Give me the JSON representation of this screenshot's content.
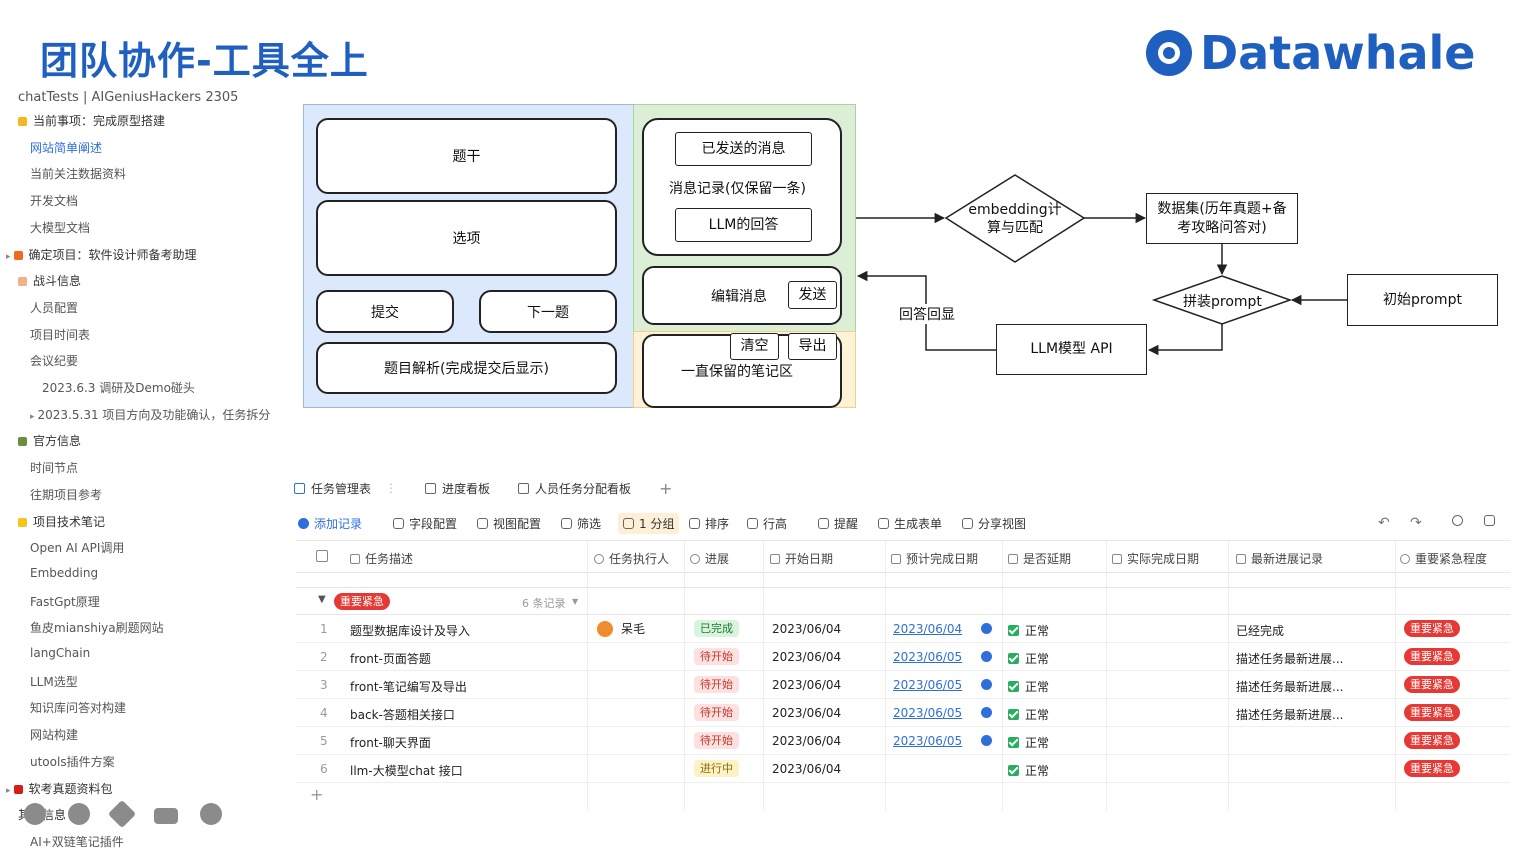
{
  "slide": {
    "title": "团队协作-工具全上",
    "logo": "Datawhale"
  },
  "outline": {
    "header": "chatTests | AIGeniusHackers 2305",
    "items": [
      {
        "label": "当前事项：完成原型搭建",
        "level": 0,
        "emoji_color": "#f5b81c"
      },
      {
        "label": "网站简单阐述",
        "level": 1,
        "active": true
      },
      {
        "label": "当前关注数据资料",
        "level": 1
      },
      {
        "label": "开发文档",
        "level": 1
      },
      {
        "label": "大模型文档",
        "level": 1
      },
      {
        "label": "确定项目：软件设计师备考助理",
        "level": 0,
        "emoji_color": "#f06a1c",
        "caret": "▸"
      },
      {
        "label": "战斗信息",
        "level": 0,
        "emoji_color": "#f0b08a"
      },
      {
        "label": "人员配置",
        "level": 1
      },
      {
        "label": "项目时间表",
        "level": 1
      },
      {
        "label": "会议纪要",
        "level": 1
      },
      {
        "label": "2023.6.3 调研及Demo碰头",
        "level": 2
      },
      {
        "label": "2023.5.31 项目方向及功能确认，任务拆分",
        "level": 2,
        "caret": "▸"
      },
      {
        "label": "官方信息",
        "level": 0,
        "emoji_color": "#6a8f3c"
      },
      {
        "label": "时间节点",
        "level": 1
      },
      {
        "label": "往期项目参考",
        "level": 1
      },
      {
        "label": "项目技术笔记",
        "level": 0,
        "emoji_color": "#f5c51c"
      },
      {
        "label": "Open AI API调用",
        "level": 1
      },
      {
        "label": "Embedding",
        "level": 1
      },
      {
        "label": "FastGpt原理",
        "level": 1
      },
      {
        "label": "鱼皮mianshiya刷题网站",
        "level": 1
      },
      {
        "label": "langChain",
        "level": 1
      },
      {
        "label": "LLM选型",
        "level": 1
      },
      {
        "label": "知识库问答对构建",
        "level": 1
      },
      {
        "label": "网站构建",
        "level": 1
      },
      {
        "label": "utools插件方案",
        "level": 1
      },
      {
        "label": "软考真题资料包",
        "level": 0,
        "emoji_color": "#d81b1b",
        "caret": "▸"
      },
      {
        "label": "其他信息",
        "level": 0
      },
      {
        "label": "AI+双链笔记插件",
        "level": 1
      }
    ]
  },
  "diagram": {
    "left_panel": {
      "stem": "题干",
      "options": "选项",
      "submit": "提交",
      "next": "下一题",
      "analysis": "题目解析(完成提交后显示)"
    },
    "middle_panel": {
      "sent": "已发送的消息",
      "record": "消息记录(仅保留一条)",
      "llm_answer": "LLM的回答",
      "edit": "编辑消息",
      "send": "发送",
      "clear": "清空",
      "export": "导出",
      "notes": "一直保留的笔记区"
    },
    "flow": {
      "embedding": "embedding计算与匹配",
      "dataset": "数据集(历年真题+备考攻略问答对)",
      "assemble": "拼装prompt",
      "initial": "初始prompt",
      "llm_api": "LLM模型 API",
      "echo": "回答回显"
    },
    "colors": {
      "left_bg": "#dce8fb",
      "mid_bg": "#dcefd6",
      "notes_bg": "#fdf1d6"
    }
  },
  "table": {
    "tabs": [
      "任务管理表",
      "进度看板",
      "人员任务分配看板",
      "+"
    ],
    "toolbar": [
      "添加记录",
      "字段配置",
      "视图配置",
      "筛选",
      "1 分组",
      "排序",
      "行高",
      "提醒",
      "生成表单",
      "分享视图"
    ],
    "columns": [
      "任务描述",
      "任务执行人",
      "进展",
      "开始日期",
      "预计完成日期",
      "是否延期",
      "实际完成日期",
      "最新进展记录",
      "重要紧急程度"
    ],
    "group": {
      "label": "重要紧急",
      "count": "6 条记录"
    },
    "rows": [
      {
        "n": "1",
        "desc": "题型数据库设计及导入",
        "owner": "呆毛",
        "status": "已完成",
        "status_kind": "done",
        "start": "2023/06/04",
        "due": "2023/06/04",
        "delay": "正常",
        "note": "已经完成",
        "urgency": "重要紧急"
      },
      {
        "n": "2",
        "desc": "front-页面答题",
        "owner": "",
        "status": "待开始",
        "status_kind": "todo",
        "start": "2023/06/04",
        "due": "2023/06/05",
        "delay": "正常",
        "note": "描述任务最新进展...",
        "urgency": "重要紧急"
      },
      {
        "n": "3",
        "desc": "front-笔记编写及导出",
        "owner": "",
        "status": "待开始",
        "status_kind": "todo",
        "start": "2023/06/04",
        "due": "2023/06/05",
        "delay": "正常",
        "note": "描述任务最新进展...",
        "urgency": "重要紧急"
      },
      {
        "n": "4",
        "desc": "back-答题相关接口",
        "owner": "",
        "status": "待开始",
        "status_kind": "todo",
        "start": "2023/06/04",
        "due": "2023/06/05",
        "delay": "正常",
        "note": "描述任务最新进展...",
        "urgency": "重要紧急"
      },
      {
        "n": "5",
        "desc": "front-聊天界面",
        "owner": "",
        "status": "待开始",
        "status_kind": "todo",
        "start": "2023/06/04",
        "due": "2023/06/05",
        "delay": "正常",
        "note": "",
        "urgency": "重要紧急"
      },
      {
        "n": "6",
        "desc": "llm-大模型chat 接口",
        "owner": "",
        "status": "进行中",
        "status_kind": "doing",
        "start": "2023/06/04",
        "due": "",
        "delay": "正常",
        "note": "",
        "urgency": "重要紧急"
      }
    ],
    "add_row": "+"
  }
}
